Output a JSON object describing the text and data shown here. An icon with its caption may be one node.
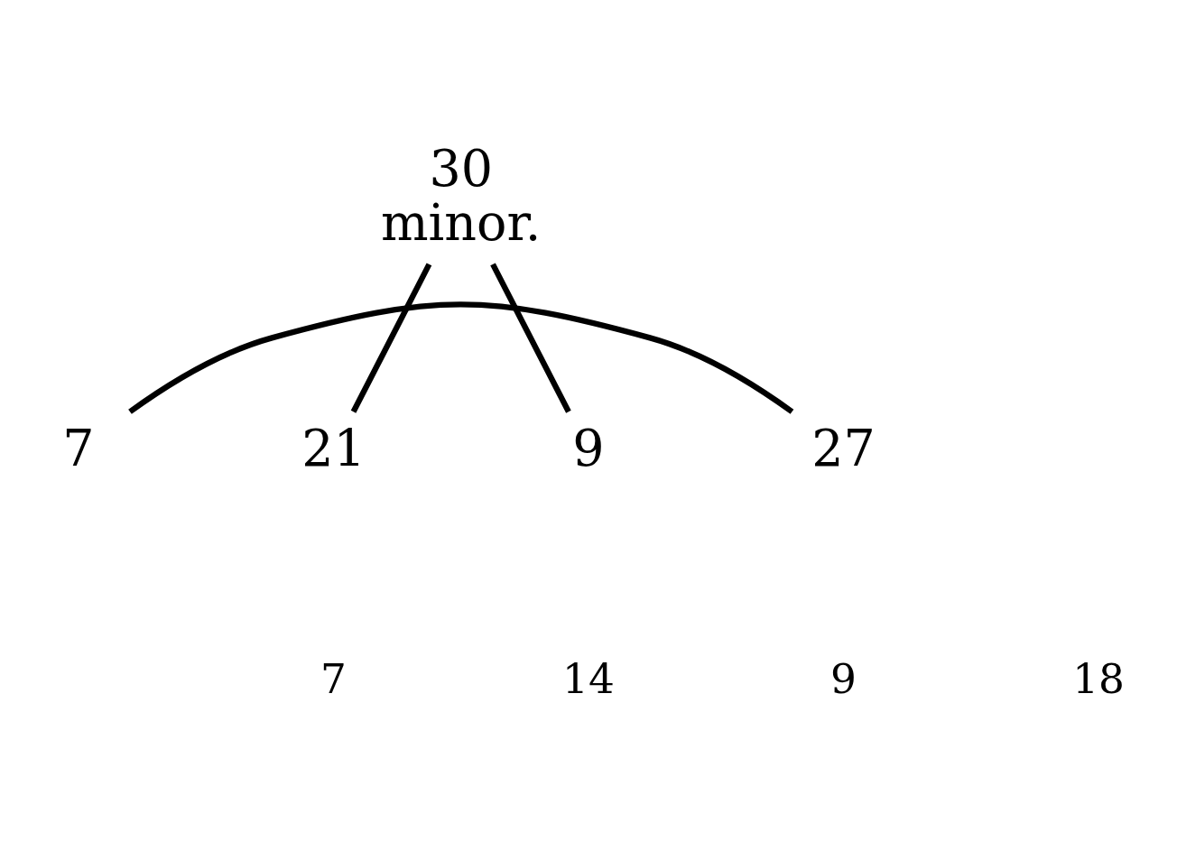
{
  "diagram": {
    "nodes": [
      {
        "text": [
          "30",
          "minor."
        ]
      },
      {
        "text": [
          "7"
        ]
      },
      {
        "text": [
          "21"
        ]
      },
      {
        "text": [
          "9"
        ]
      },
      {
        "text": [
          "27"
        ]
      }
    ],
    "edges": [
      {
        "from": 0,
        "to": 2,
        "arrow": "none"
      },
      {
        "from": 0,
        "to": 3,
        "arrow": "none"
      },
      {
        "from": 1,
        "to": 4,
        "arrow": "none"
      }
    ],
    "labels": [
      "7",
      "14",
      "9",
      "18"
    ]
  }
}
